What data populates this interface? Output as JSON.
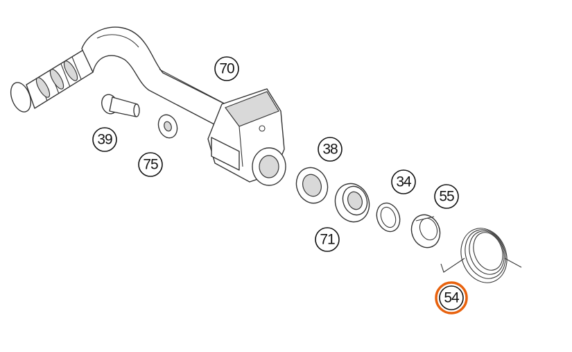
{
  "diagram": {
    "callouts": [
      {
        "id": "70",
        "label": "70"
      },
      {
        "id": "39",
        "label": "39"
      },
      {
        "id": "75",
        "label": "75"
      },
      {
        "id": "38",
        "label": "38"
      },
      {
        "id": "34",
        "label": "34"
      },
      {
        "id": "55",
        "label": "55"
      },
      {
        "id": "71",
        "label": "71"
      },
      {
        "id": "54",
        "label": "54",
        "highlighted": true
      }
    ],
    "highlight_color": "#e8620e"
  }
}
